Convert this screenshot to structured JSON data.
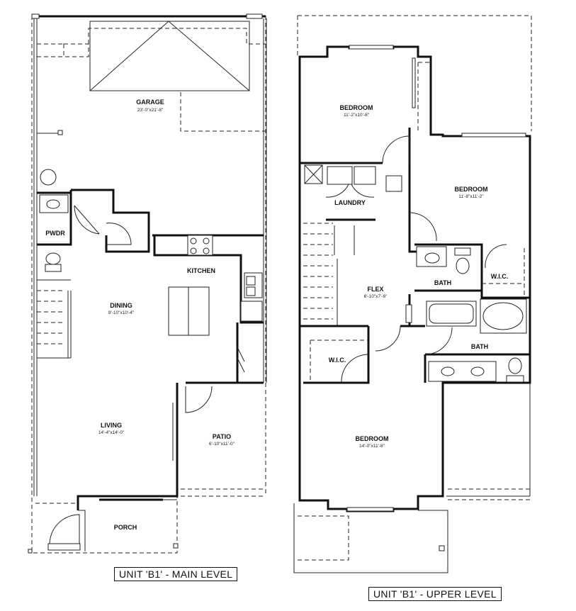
{
  "main_level": {
    "label": "UNIT 'B1' - MAIN LEVEL",
    "rooms": {
      "garage": {
        "name": "GARAGE",
        "dims": "23'-0\"x21'-8\""
      },
      "pwdr": {
        "name": "PWDR",
        "dims": ""
      },
      "kitchen": {
        "name": "KITCHEN",
        "dims": ""
      },
      "dining": {
        "name": "DINING",
        "dims": "9'-10\"x10'-4\""
      },
      "living": {
        "name": "LIVING",
        "dims": "14'-4\"x14'-0\""
      },
      "patio": {
        "name": "PATIO",
        "dims": "6'-10\"x11'-0\""
      },
      "porch": {
        "name": "PORCH",
        "dims": ""
      }
    }
  },
  "upper_level": {
    "label": "UNIT 'B1' - UPPER LEVEL",
    "rooms": {
      "bedroom1": {
        "name": "BEDROOM",
        "dims": "11'-2\"x10'-8\""
      },
      "bedroom2": {
        "name": "BEDROOM",
        "dims": "11'-8\"x11'-2\""
      },
      "laundry": {
        "name": "LAUNDRY",
        "dims": ""
      },
      "wic1": {
        "name": "W.I.C.",
        "dims": ""
      },
      "bath1": {
        "name": "BATH",
        "dims": ""
      },
      "flex": {
        "name": "FLEX",
        "dims": "6'-10\"x7'-6\""
      },
      "bath2": {
        "name": "BATH",
        "dims": ""
      },
      "wic2": {
        "name": "W.I.C.",
        "dims": ""
      },
      "bedroom3": {
        "name": "BEDROOM",
        "dims": "14'-0\"x11'-8\""
      }
    }
  }
}
